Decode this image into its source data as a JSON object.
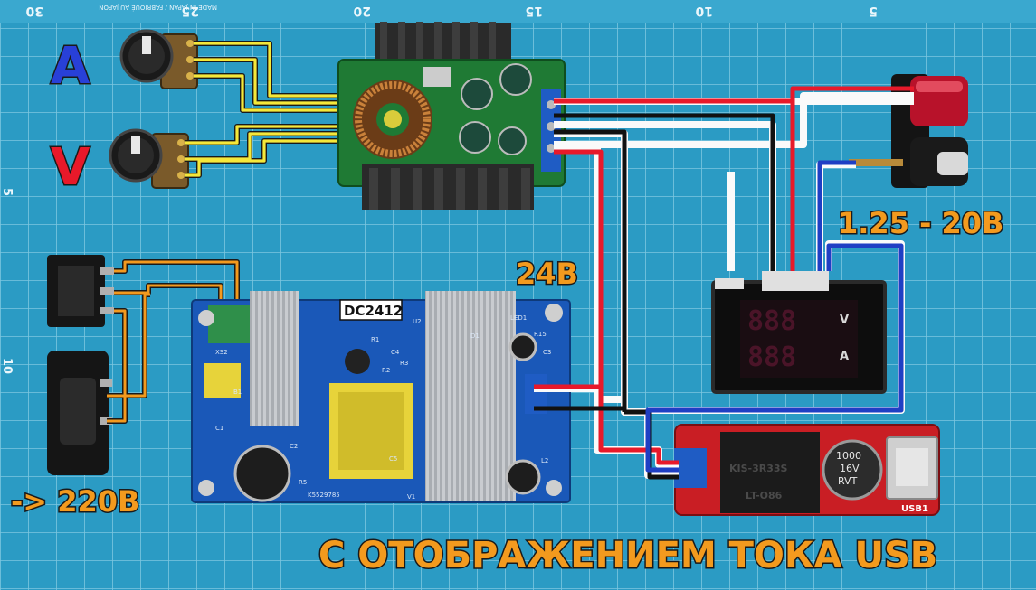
{
  "mat": {
    "ruler_top": [
      "30",
      "25",
      "20",
      "15",
      "10",
      "5"
    ],
    "ruler_left": [
      "5",
      "10"
    ],
    "mat_print": "MADE IN JAPAN / FABRIQUÉ AU JAPON"
  },
  "labels": {
    "knob_a": "A",
    "knob_v": "V",
    "out_range": "1.25 - 20В",
    "psu_voltage": "24В",
    "mains": "-> 220В",
    "caption": "С ОТОБРАЖЕНИЕМ ТОКА USB"
  },
  "components": {
    "psu_model": "DC2412",
    "psu_fine": [
      "LED1",
      "R15",
      "C3",
      "D1",
      "U2",
      "R1",
      "C4",
      "R2",
      "R3",
      "L2",
      "C1",
      "XS2",
      "C2",
      "R5",
      "K5529785",
      "B1",
      "C5",
      "V1"
    ],
    "usb_chip_top": "KIS-3R33S",
    "usb_chip_bottom": "LT-O86",
    "usb_cap_lines": [
      "1000",
      "16V",
      "RVT"
    ],
    "usb_port_label": "USB1",
    "meter_top_digits": "888",
    "meter_top_unit": "V",
    "meter_bottom_digits": "888",
    "meter_bottom_unit": "A"
  },
  "colors": {
    "mat": "#2b9bc4",
    "grid": "#7cc6e0",
    "wire_yellow": "#f5e83a",
    "wire_red": "#e8192a",
    "wire_black": "#111111",
    "wire_blue": "#1f3fc4",
    "wire_orange": "#f39a1e",
    "label_orange": "#f39a1e",
    "label_a": "#2840d8",
    "label_v": "#e8192a"
  }
}
